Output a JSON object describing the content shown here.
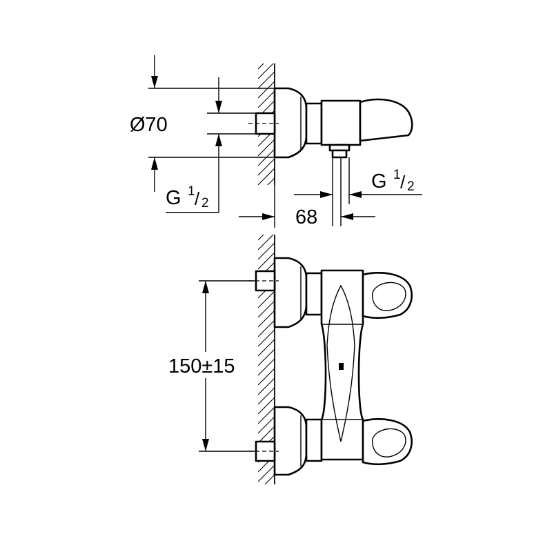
{
  "labels": {
    "diameter": "Ø70",
    "thread_top_left": {
      "base": "G",
      "num": "1",
      "den": "2"
    },
    "thread_right": {
      "base": "G",
      "num": "1",
      "den": "2"
    },
    "depth": "68",
    "center_distance": "150±15"
  }
}
